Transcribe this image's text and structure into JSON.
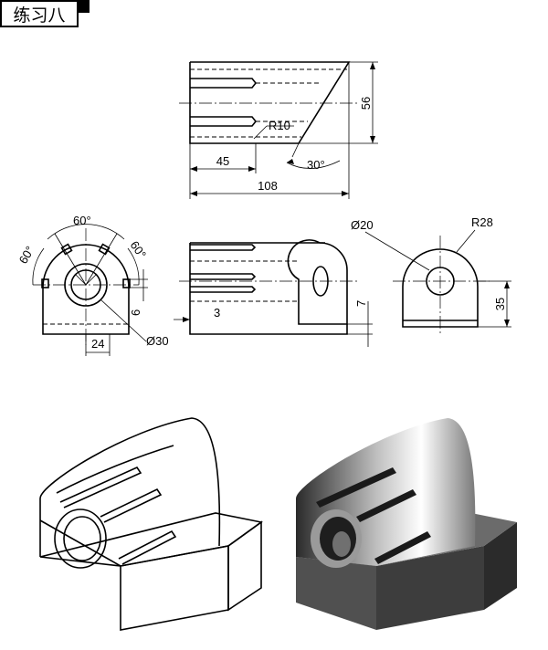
{
  "title": "练习八",
  "dimensions": {
    "front_height": "56",
    "radius_small": "R10",
    "length_partial": "45",
    "length_total": "108",
    "angle_cut": "30°",
    "angle_top": "60°",
    "angle_left": "60°",
    "angle_right": "60°",
    "base_height": "6",
    "width_slot": "24",
    "bore_diameter": "Ø30",
    "slot_offset": "3",
    "base_step": "7",
    "hole_diameter": "Ø20",
    "radius_large": "R28",
    "axis_height": "35"
  }
}
